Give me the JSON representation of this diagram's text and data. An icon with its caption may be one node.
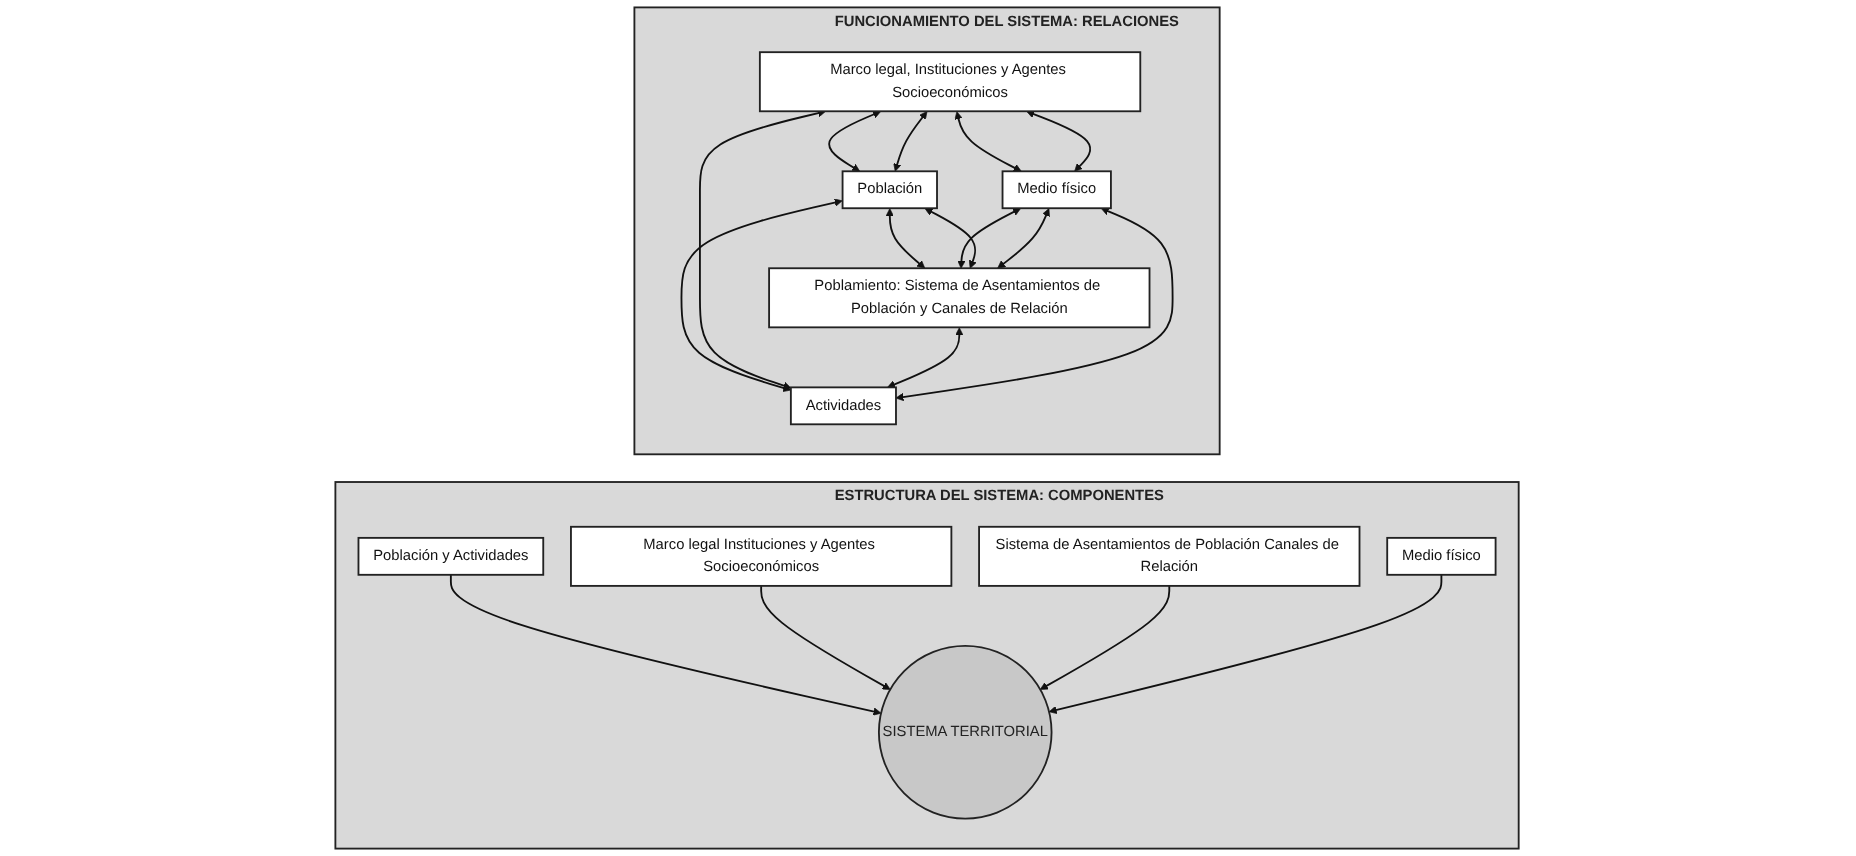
{
  "diagram": {
    "nodes": [
      {
        "text": [
          "ESTRUCTURA DEL SISTEMA: COMPONENTES"
        ]
      },
      {
        "text": [
          "Población y Actividades"
        ],
        "in": 0
      },
      {
        "text": [
          "Marco legal Instituciones y Agentes Socioeconómicos"
        ],
        "in": 0
      },
      {
        "text": [
          "SISTEMA TERRITORIAL"
        ],
        "in": 0
      },
      {
        "text": [
          "Sistema de Asentamientos de Población Canales de Relación"
        ],
        "in": 0
      },
      {
        "text": [
          "Medio físico"
        ],
        "in": 0
      },
      {
        "text": [
          "FUNCIONAMIENTO DEL SISTEMA: RELACIONES"
        ]
      },
      {
        "text": [
          "Población"
        ],
        "in": 6
      },
      {
        "text": [
          "Marco legal, Instituciones y Agentes Socioeconómicos"
        ],
        "in": 6
      },
      {
        "text": [
          "Actividades"
        ],
        "in": 6
      },
      {
        "text": [
          "Poblamiento: Sistema de Asentamientos de Población y Canales de Relación"
        ],
        "in": 6
      },
      {
        "text": [
          "Medio físico"
        ],
        "in": 6
      }
    ],
    "edges": [
      {
        "from": 1,
        "to": 3,
        "arrow": "to"
      },
      {
        "from": 2,
        "to": 3,
        "arrow": "to"
      },
      {
        "from": 4,
        "to": 3,
        "arrow": "to"
      },
      {
        "from": 5,
        "to": 3,
        "arrow": "to"
      },
      {
        "from": 8,
        "to": 7,
        "arrow": "both"
      },
      {
        "from": 7,
        "to": 10,
        "arrow": "both"
      },
      {
        "from": 7,
        "to": 9,
        "arrow": "both"
      },
      {
        "from": 8,
        "to": 9,
        "arrow": "both"
      },
      {
        "from": 10,
        "to": 9,
        "arrow": "both"
      },
      {
        "from": 11,
        "to": 9,
        "arrow": "both"
      },
      {
        "from": 8,
        "to": 11,
        "arrow": "both"
      },
      {
        "from": 11,
        "to": 10,
        "arrow": "both"
      },
      {
        "from": 8,
        "to": 7,
        "arrow": "both"
      },
      {
        "from": 7,
        "to": 10,
        "arrow": "both"
      },
      {
        "from": 8,
        "to": 11,
        "arrow": "both"
      },
      {
        "from": 11,
        "to": 10,
        "arrow": "both"
      }
    ]
  }
}
